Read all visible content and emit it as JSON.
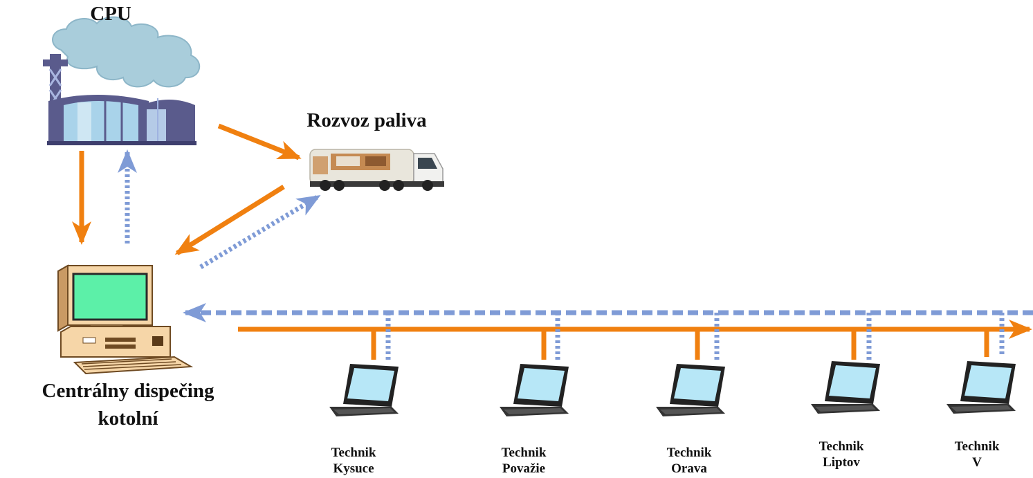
{
  "labels": {
    "cpu": "CPU",
    "fuel_delivery": "Rozvoz paliva",
    "central_line1": "Centrálny dispečing",
    "central_line2": "kotolní"
  },
  "technicians": [
    {
      "line1": "Technik",
      "line2": "Kysuce"
    },
    {
      "line1": "Technik",
      "line2": "Považie"
    },
    {
      "line1": "Technik",
      "line2": "Orava"
    },
    {
      "line1": "Technik",
      "line2": "Liptov"
    },
    {
      "line1": "Technik",
      "line2": "V"
    }
  ],
  "colors": {
    "solid_arrow": "#f08010",
    "dotted_arrow": "#7f9bd6",
    "screen": "#5cf0a8",
    "monitor_case": "#f6d6a8",
    "cloud": "#a9cddb",
    "plant": "#5a5b8c"
  },
  "icons": {
    "plant": "power-plant-icon",
    "truck": "fuel-truck-icon",
    "desktop": "desktop-computer-icon",
    "laptop": "laptop-icon"
  }
}
